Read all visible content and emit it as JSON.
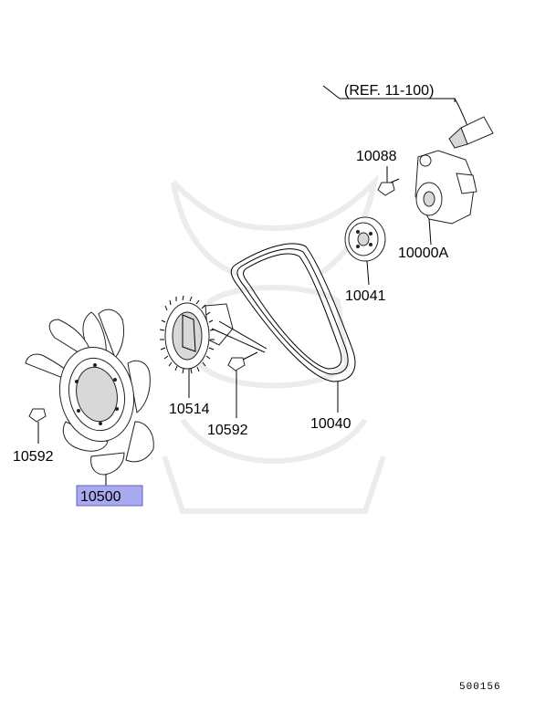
{
  "reference_label": "(REF. 11-100)",
  "parts": {
    "p10088": "10088",
    "p10000A": "10000A",
    "p10041": "10041",
    "p10514": "10514",
    "p10592_mid": "10592",
    "p10040": "10040",
    "p10592_left": "10592",
    "p10500": "10500"
  },
  "diagram_code": "500156",
  "colors": {
    "highlight_fill": "#a9a9f0",
    "highlight_stroke": "#6060c0"
  }
}
